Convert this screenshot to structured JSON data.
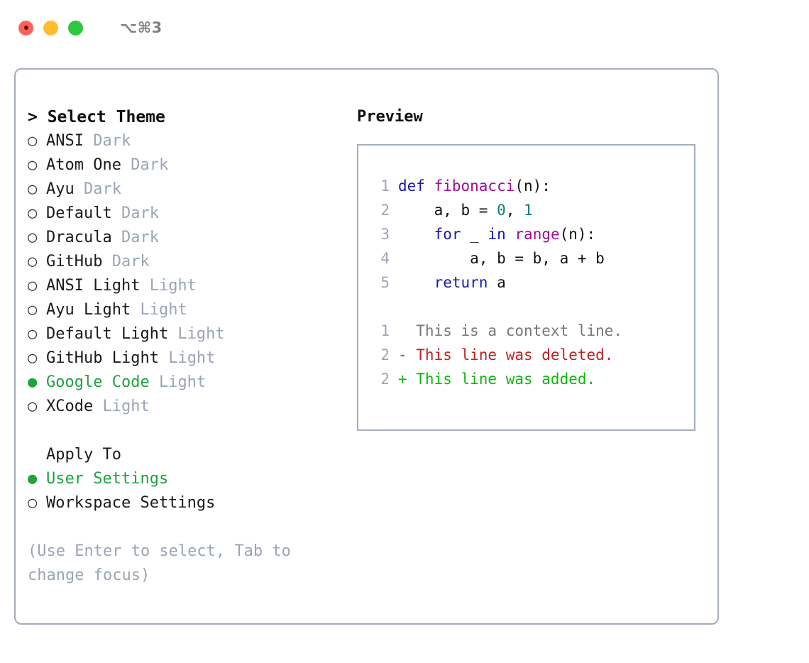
{
  "titlebar": {
    "shortcut": "⌥⌘3",
    "lights": [
      "close",
      "minimize",
      "zoom"
    ]
  },
  "left": {
    "prompt": "> Select Theme",
    "themes": [
      {
        "label": "ANSI",
        "variant": "Dark",
        "selected": false
      },
      {
        "label": "Atom One",
        "variant": "Dark",
        "selected": false
      },
      {
        "label": "Ayu",
        "variant": "Dark",
        "selected": false
      },
      {
        "label": "Default",
        "variant": "Dark",
        "selected": false
      },
      {
        "label": "Dracula",
        "variant": "Dark",
        "selected": false
      },
      {
        "label": "GitHub",
        "variant": "Dark",
        "selected": false
      },
      {
        "label": "ANSI Light",
        "variant": "Light",
        "selected": false
      },
      {
        "label": "Ayu Light",
        "variant": "Light",
        "selected": false
      },
      {
        "label": "Default Light",
        "variant": "Light",
        "selected": false
      },
      {
        "label": "GitHub Light",
        "variant": "Light",
        "selected": false
      },
      {
        "label": "Google Code",
        "variant": "Light",
        "selected": true
      },
      {
        "label": "XCode",
        "variant": "Light",
        "selected": false
      }
    ],
    "apply_to_title": "Apply To",
    "apply_to": [
      {
        "label": "User Settings",
        "selected": true
      },
      {
        "label": "Workspace Settings",
        "selected": false
      }
    ],
    "hint": "(Use Enter to select, Tab to change focus)"
  },
  "right": {
    "preview_title": "Preview",
    "code_lines": [
      {
        "no": "1",
        "tokens": [
          {
            "t": "def ",
            "c": "kw"
          },
          {
            "t": "fibonacci",
            "c": "fn"
          },
          {
            "t": "(n):",
            "c": "pl"
          }
        ]
      },
      {
        "no": "2",
        "tokens": [
          {
            "t": "    a, b = ",
            "c": "pl"
          },
          {
            "t": "0",
            "c": "num"
          },
          {
            "t": ", ",
            "c": "pl"
          },
          {
            "t": "1",
            "c": "num"
          }
        ]
      },
      {
        "no": "3",
        "tokens": [
          {
            "t": "    ",
            "c": "pl"
          },
          {
            "t": "for",
            "c": "kw"
          },
          {
            "t": " _ ",
            "c": "pl"
          },
          {
            "t": "in",
            "c": "kw"
          },
          {
            "t": " ",
            "c": "pl"
          },
          {
            "t": "range",
            "c": "fn"
          },
          {
            "t": "(n):",
            "c": "pl"
          }
        ]
      },
      {
        "no": "4",
        "tokens": [
          {
            "t": "        a, b = b, a + b",
            "c": "pl"
          }
        ]
      },
      {
        "no": "5",
        "tokens": [
          {
            "t": "    ",
            "c": "pl"
          },
          {
            "t": "return",
            "c": "kw"
          },
          {
            "t": " a",
            "c": "pl"
          }
        ]
      }
    ],
    "diff_lines": [
      {
        "no": "1",
        "tokens": [
          {
            "t": "  This is a context line.",
            "c": "ctx"
          }
        ]
      },
      {
        "no": "2",
        "tokens": [
          {
            "t": "- This line was deleted.",
            "c": "del"
          }
        ]
      },
      {
        "no": "2",
        "tokens": [
          {
            "t": "+ This line was added.",
            "c": "add"
          }
        ]
      }
    ]
  },
  "glyphs": {
    "bullet_selected": "●",
    "bullet_unselected": "○"
  },
  "colors": {
    "accent_green": "#1fa33f",
    "border": "#a3adbb",
    "muted": "#9aa5b5",
    "keyword": "#1818b0",
    "function": "#9c0f93",
    "number": "#0d7c7b",
    "diff_deleted": "#c02020",
    "diff_added": "#0fb50f"
  }
}
